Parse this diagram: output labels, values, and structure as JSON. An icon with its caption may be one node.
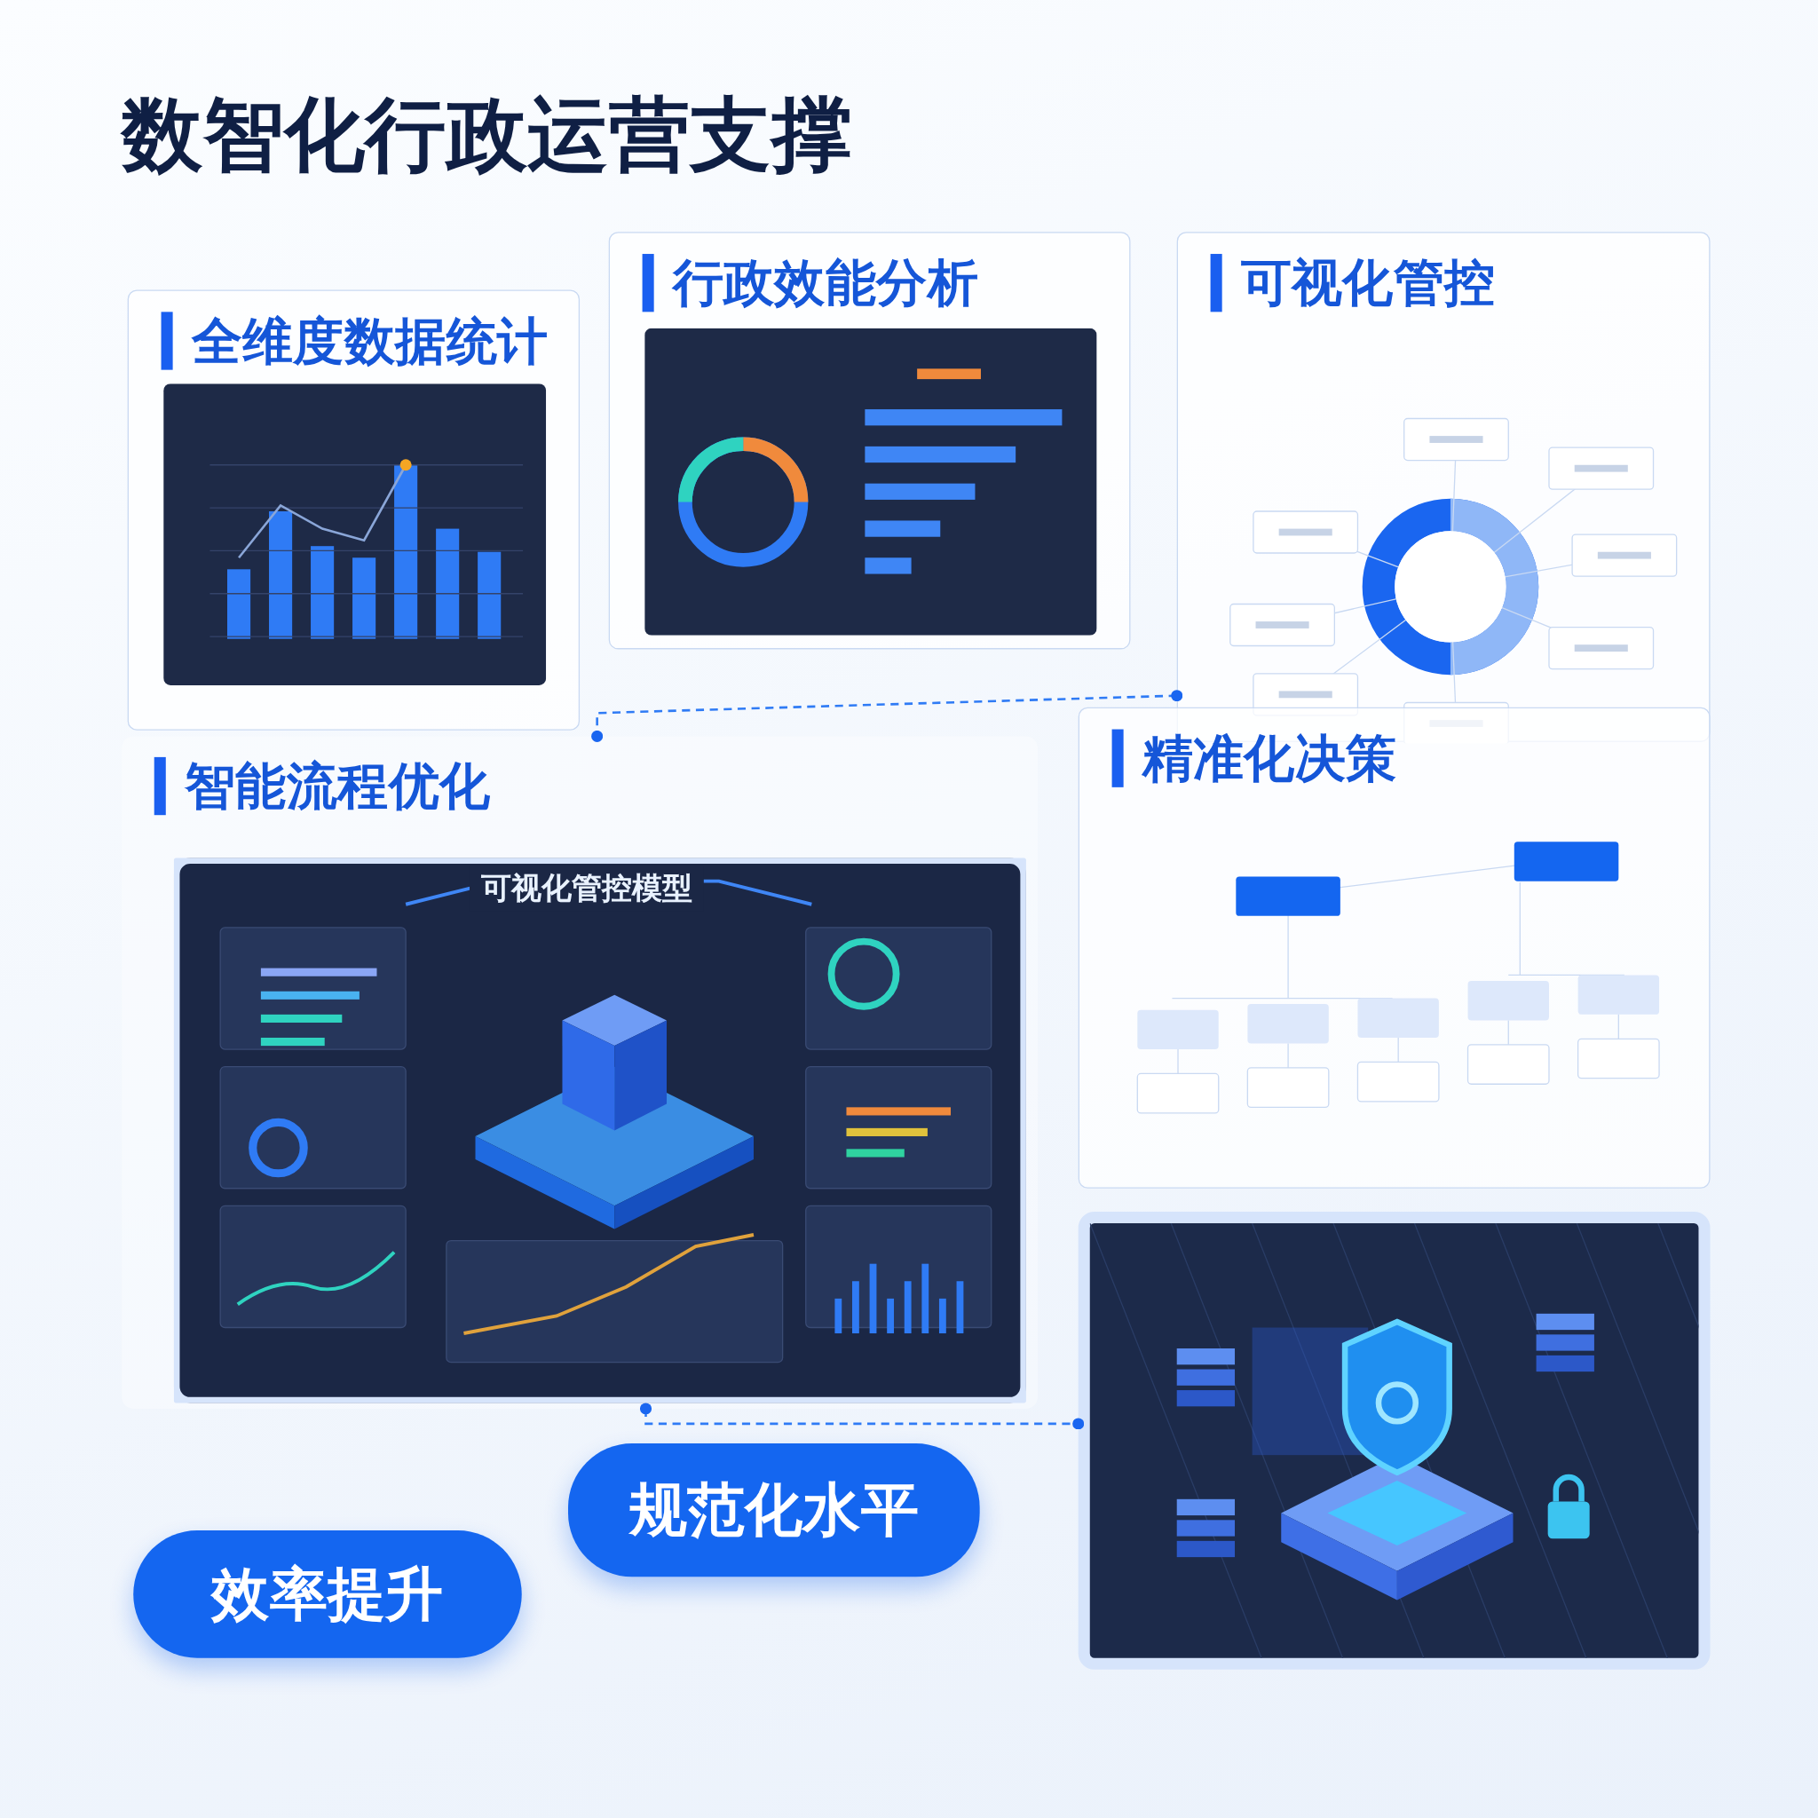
{
  "diagram": {
    "title": "数智化行政运营支撑",
    "nodes": [
      {
        "text": [
          "全维度数据统计"
        ]
      },
      {
        "text": [
          "行政效能分析"
        ]
      },
      {
        "text": [
          "可视化管控"
        ]
      },
      {
        "text": [
          "智能流程优化",
          "可视化管控模型"
        ]
      },
      {
        "text": [
          "精准化决策"
        ]
      },
      {
        "text": [],
        "shape": "picture"
      },
      {
        "text": [
          "效率提升"
        ]
      },
      {
        "text": [
          "规范化水平"
        ]
      }
    ],
    "edges": [
      {
        "from": 2,
        "to": 3,
        "arrow": "other",
        "style": "dashed"
      },
      {
        "from": 3,
        "to": 5,
        "arrow": "other",
        "style": "dashed"
      }
    ]
  }
}
